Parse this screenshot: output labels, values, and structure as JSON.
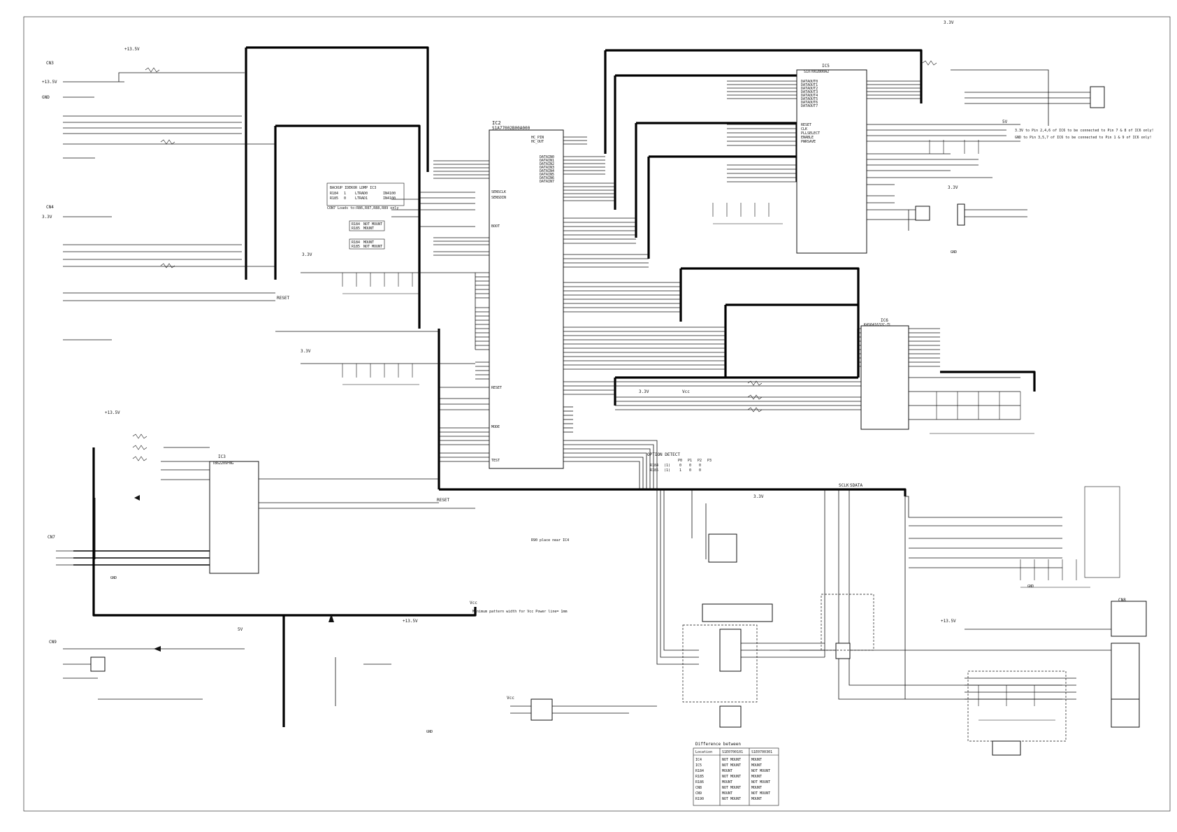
{
  "ic2": {
    "ref": "IC2",
    "part": "S1A77002B00A000",
    "right_pins": [
      "HC_PIN",
      "HC_OUT",
      "DATAIN0",
      "DATAIN1",
      "DATAIN2",
      "DATAIN3",
      "DATAIN4",
      "DATAIN5",
      "DATAIN6",
      "DATAIN7"
    ],
    "left_pins": [
      "SENSCLK",
      "SENSDIN",
      "BOOT",
      "RESET",
      "MODE",
      "TEST"
    ]
  },
  "ic5": {
    "ref": "IC5",
    "part": "S1X7002B00A2",
    "pins": [
      "DATAOUT0",
      "DATAOUT1",
      "DATAOUT2",
      "DATAOUT3",
      "DATAOUT4",
      "DATAOUT5",
      "DATAOUT6",
      "DATAOUT7",
      "RESET",
      "CLK",
      "PLLSELECT",
      "ENABLE",
      "PWRSAVE"
    ]
  },
  "ic6": {
    "ref": "IC6",
    "part": "K4S641632C-TL"
  },
  "ic3": {
    "ref": "IC3",
    "part": "TB62209FNG"
  },
  "connectors": {
    "cn3": "CN3",
    "cn4": "CN4",
    "cn7": "CN7",
    "cn8": "CN8",
    "cn9": "CN9"
  },
  "nets": {
    "v33": "3.3V",
    "v5": "5V",
    "v135": "+13.5V",
    "gnd": "GND",
    "vcc": "Vcc",
    "reset": "RESET",
    "sclk": "SCLK",
    "sdata": "SDATA"
  },
  "notes": {
    "min_pattern": "Minimum pattern width for Vcc Power line= 1mm",
    "notice_1": "3.3V to Pin 2,4,6 of IC6 to be connected to Pin 7 & 8 of IC6 only!",
    "notice_2": "GND to Pin 3,5,7 of IC6 to be connected to Pin 1 & 9 of IC6 only!",
    "option_detect": "OPTION DETECT",
    "place_near": "R90 place near IC4"
  },
  "tables": {
    "options": {
      "title": "BACKUP  IDEKOR  LDMP  IC3",
      "rows": [
        [
          "R184",
          "1",
          "LTRAD0",
          "IN4100"
        ],
        [
          "R185",
          "0",
          "LTRAD1",
          "IN4100"
        ]
      ],
      "note": "CON7 Loads to:R86,R87,R88,R89 only"
    },
    "mount_1": [
      [
        "R184",
        "NOT MOUNT"
      ],
      [
        "R185",
        "MOUNT"
      ]
    ],
    "mount_2": [
      [
        "R184",
        "MOUNT"
      ],
      [
        "R185",
        "NOT MOUNT"
      ]
    ],
    "option_bits": {
      "head": [
        "P0",
        "P1",
        "P2",
        "P3"
      ],
      "rows": [
        [
          "R184",
          "(1)",
          "0",
          "0",
          "0"
        ],
        [
          "R185",
          "(1)",
          "1",
          "0",
          "0"
        ]
      ]
    },
    "diff": {
      "title": "Difference between",
      "head": [
        "Location",
        "S1E0700101",
        "S1E0700301"
      ],
      "rows": [
        [
          "IC4",
          "NOT MOUNT",
          "MOUNT"
        ],
        [
          "IC5",
          "NOT MOUNT",
          "MOUNT"
        ],
        [
          "R184",
          "MOUNT",
          "NOT MOUNT"
        ],
        [
          "R185",
          "NOT MOUNT",
          "MOUNT"
        ],
        [
          "R186",
          "MOUNT",
          "NOT MOUNT"
        ],
        [
          "CN8",
          "NOT MOUNT",
          "MOUNT"
        ],
        [
          "CN9",
          "MOUNT",
          "NOT MOUNT"
        ],
        [
          "R190",
          "NOT MOUNT",
          "MOUNT"
        ]
      ]
    }
  }
}
